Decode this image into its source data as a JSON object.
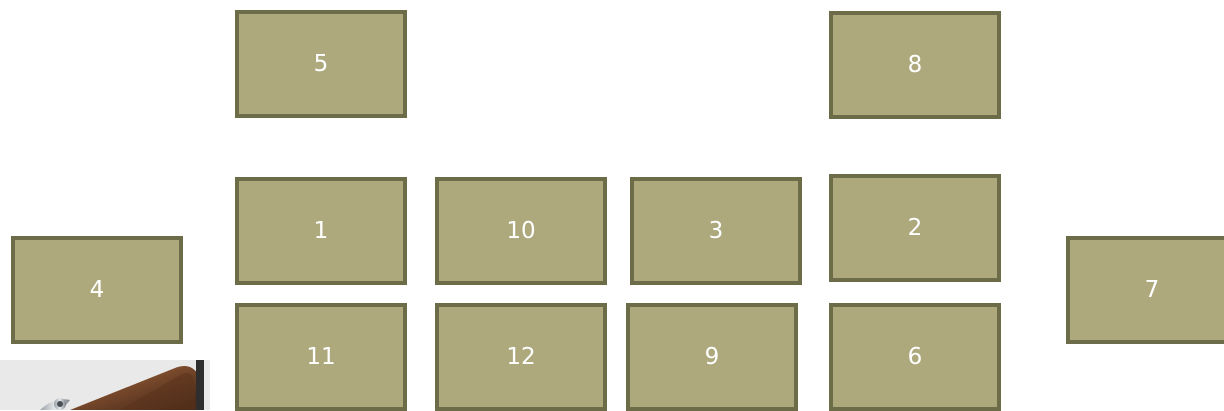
{
  "tiles": {
    "t1": "1",
    "t2": "2",
    "t3": "3",
    "t4": "4",
    "t5": "5",
    "t6": "6",
    "t7": "7",
    "t8": "8",
    "t9": "9",
    "t10": "10",
    "t11": "11",
    "t12": "12"
  },
  "colors": {
    "tile_fill": "#ada97d",
    "tile_border": "#6c6c48",
    "tile_text": "#ffffff"
  }
}
